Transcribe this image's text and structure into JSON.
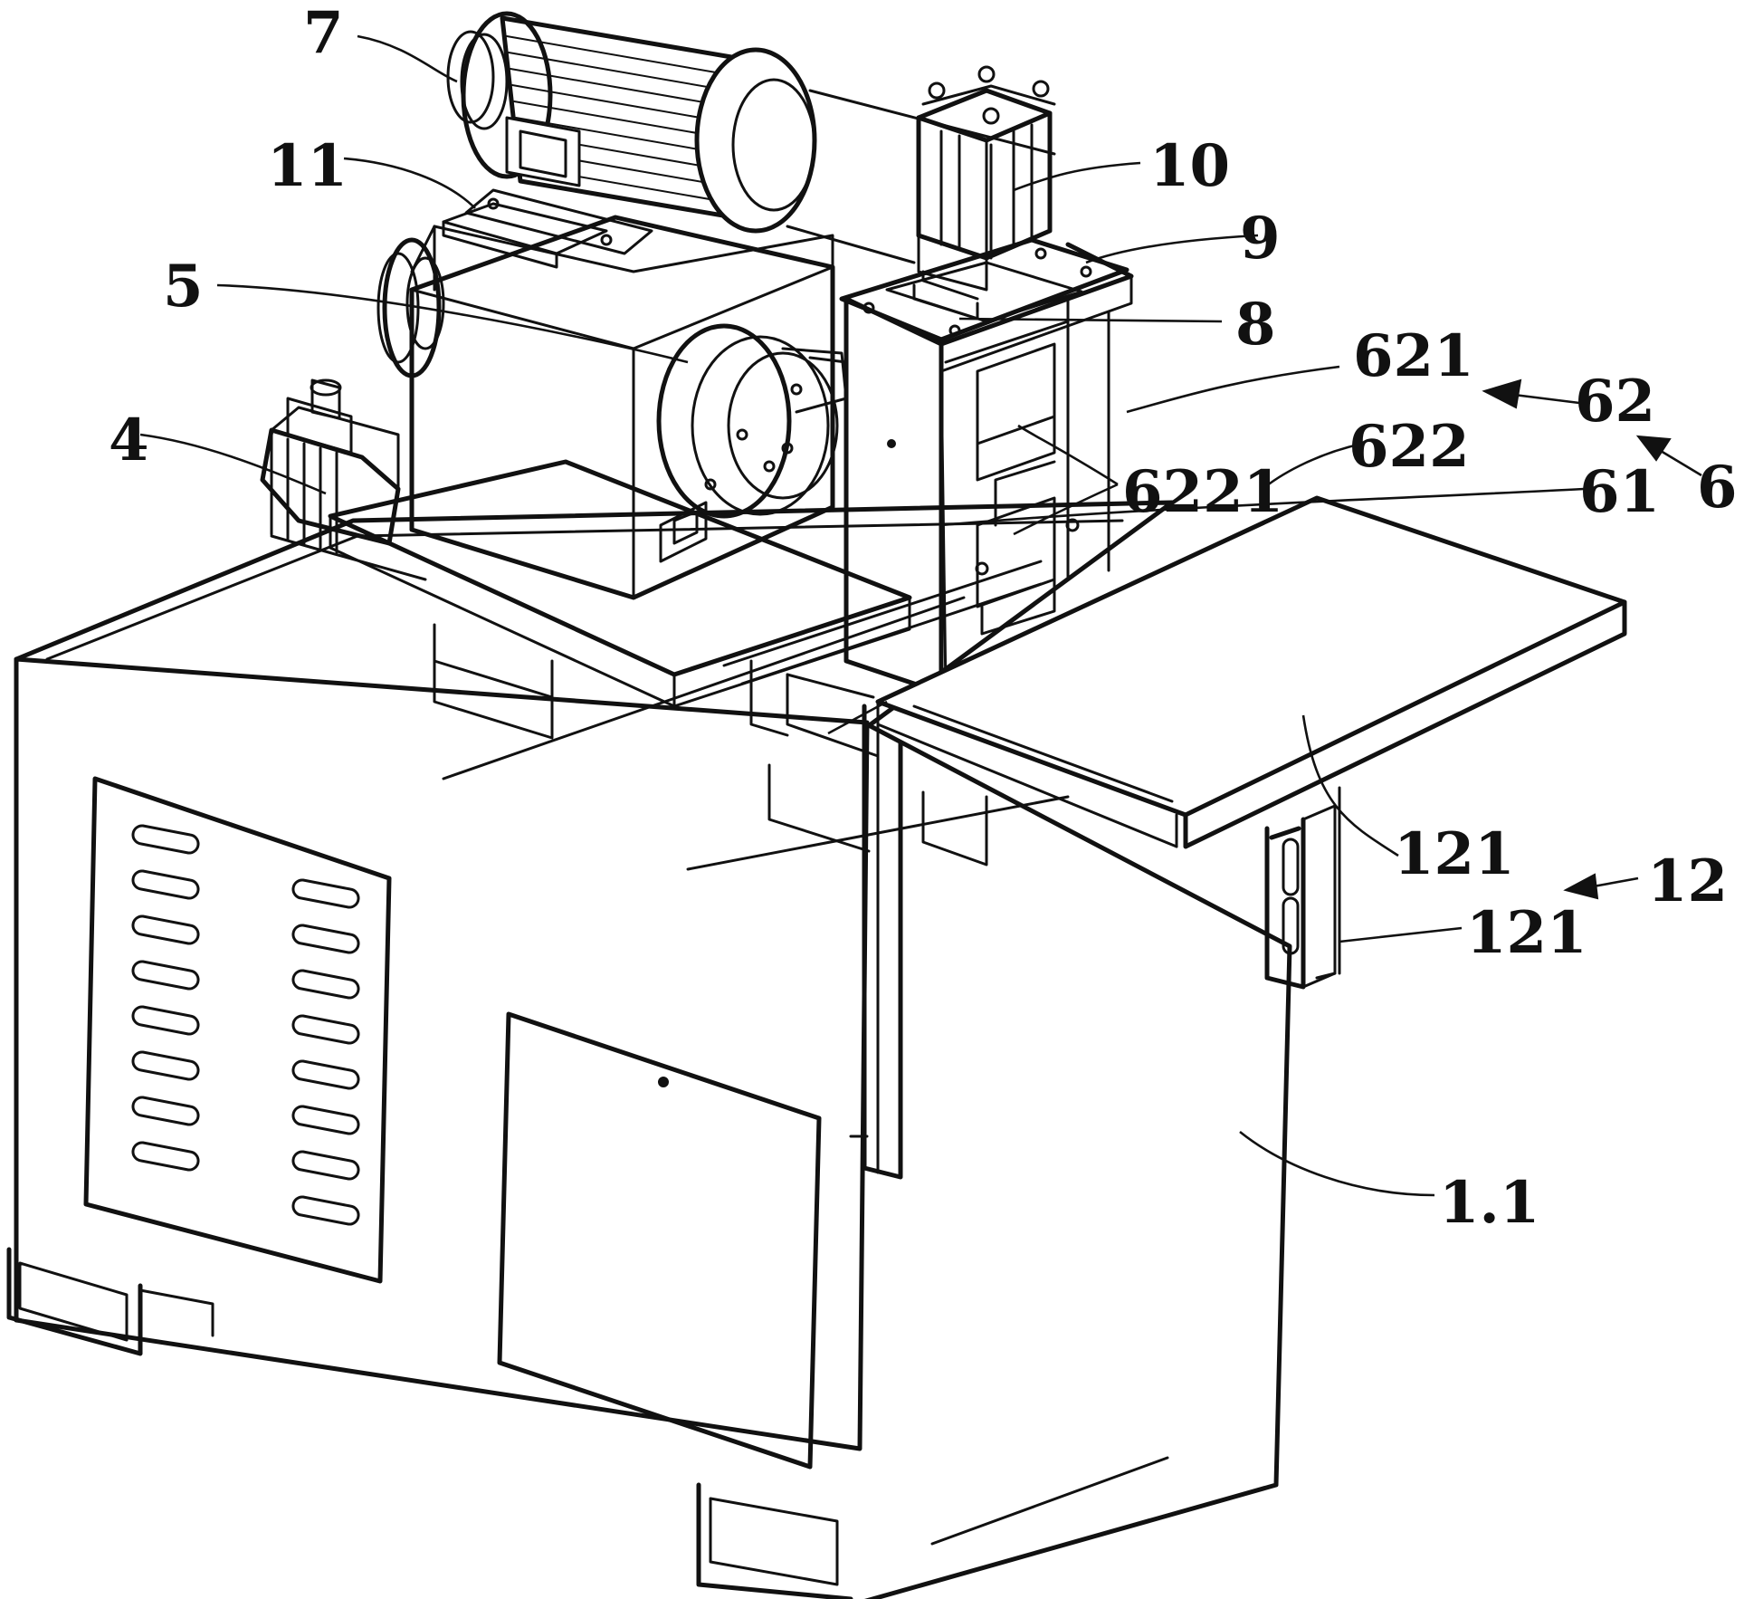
{
  "labels": {
    "l7": "7",
    "l11": "11",
    "l10": "10",
    "l9": "9",
    "l5": "5",
    "l8": "8",
    "l621": "621",
    "l62": "62",
    "l4": "4",
    "l622": "622",
    "l6221": "6221",
    "l61": "61",
    "l6": "6",
    "l121a": "121",
    "l12": "12",
    "l121b": "121",
    "l1_1": "1.1"
  },
  "colors": {
    "line": "#111111",
    "background": "#ffffff"
  }
}
